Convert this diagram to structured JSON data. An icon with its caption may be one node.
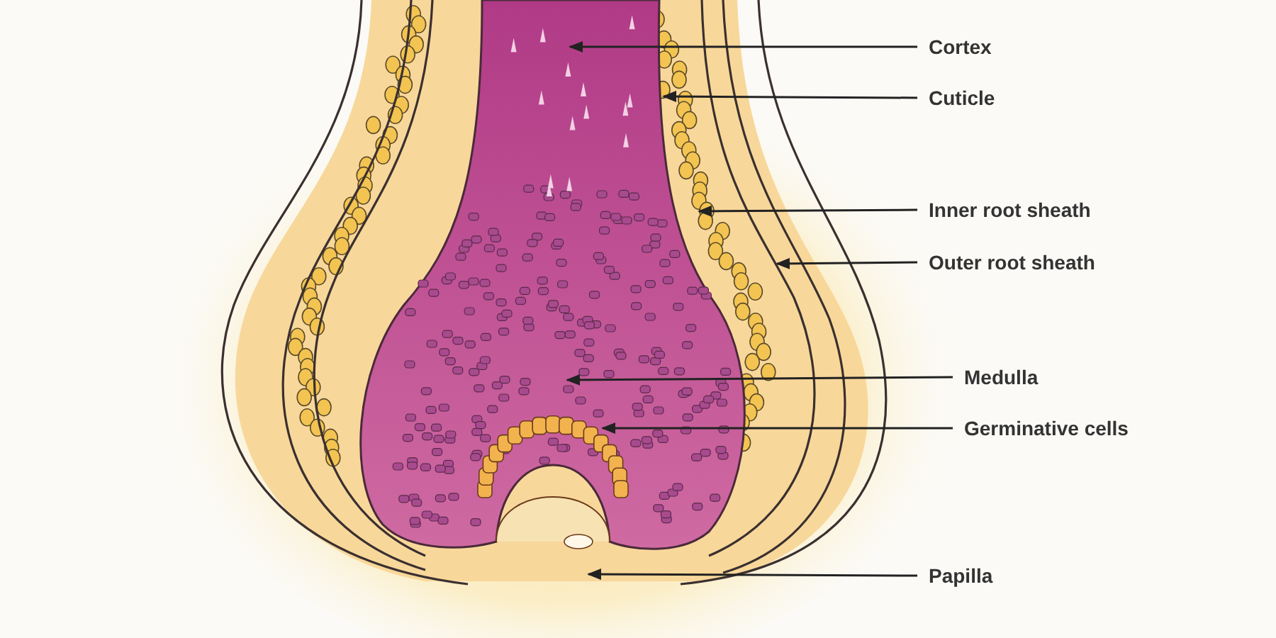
{
  "diagram": {
    "nodes": [
      {
        "text": [
          "Cortex"
        ]
      },
      {
        "text": [
          "Cuticle"
        ]
      },
      {
        "text": [
          "Inner root sheath"
        ]
      },
      {
        "text": [
          "Outer root sheath"
        ]
      },
      {
        "text": [
          "Medulla"
        ]
      },
      {
        "text": [
          "Germinative cells"
        ]
      },
      {
        "text": [
          "Papilla"
        ]
      }
    ],
    "edges": [
      {
        "from": 0,
        "to": null,
        "arrow": "to"
      },
      {
        "from": 1,
        "to": null,
        "arrow": "to"
      },
      {
        "from": 2,
        "to": null,
        "arrow": "to"
      },
      {
        "from": 3,
        "to": null,
        "arrow": "to"
      },
      {
        "from": 4,
        "to": null,
        "arrow": "to"
      },
      {
        "from": 5,
        "to": null,
        "arrow": "to"
      },
      {
        "from": 6,
        "to": null,
        "arrow": "to"
      }
    ]
  }
}
